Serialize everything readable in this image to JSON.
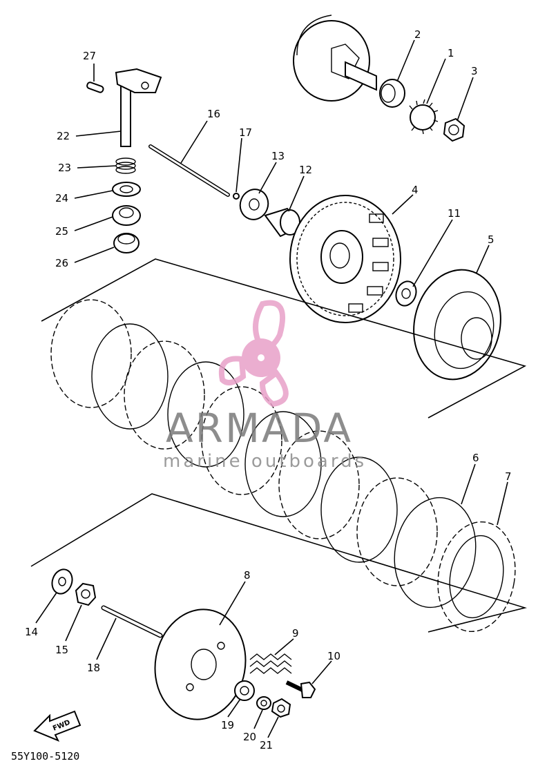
{
  "diagram": {
    "drawing_code": "55Y100-5120",
    "fwd_label": "FWD",
    "watermark": {
      "brand": "ARMADA",
      "tagline": "marine outboards",
      "accent_color": "#e8a0c8",
      "text_color": "#7a7a7a"
    },
    "part_numbers": [
      "1",
      "2",
      "3",
      "4",
      "5",
      "6",
      "7",
      "8",
      "9",
      "10",
      "11",
      "12",
      "13",
      "14",
      "15",
      "16",
      "17",
      "18",
      "19",
      "20",
      "21",
      "22",
      "23",
      "24",
      "25",
      "26",
      "27"
    ]
  }
}
